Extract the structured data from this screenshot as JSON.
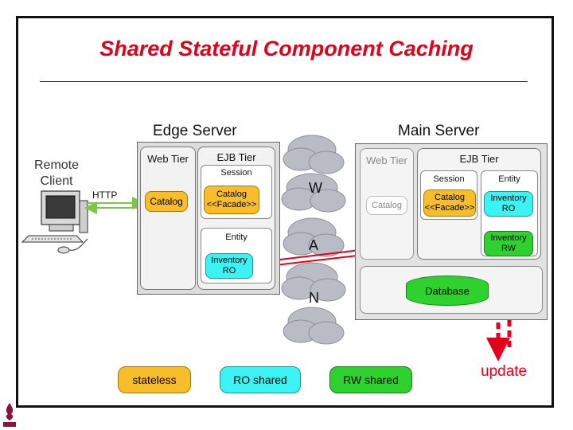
{
  "title": "Shared Stateful Component Caching",
  "edge_server": {
    "label": "Edge Server",
    "web_tier": "Web Tier",
    "ejb_tier": "EJB Tier",
    "session": "Session",
    "entity": "Entity",
    "catalog": "Catalog",
    "catalog_facade": "Catalog <<Facade>>",
    "inventory_ro": "Inventory RO"
  },
  "main_server": {
    "label": "Main Server",
    "web_tier": "Web Tier",
    "ejb_tier": "EJB Tier",
    "session": "Session",
    "entity": "Entity",
    "catalog": "Catalog",
    "catalog_facade": "Catalog <<Facade>>",
    "inventory_ro": "Inventory RO",
    "inventory_rw": "Inventory RW",
    "database": "Database"
  },
  "remote_client": "Remote Client",
  "http": "HTTP",
  "wan_letters": [
    "W",
    "A",
    "N"
  ],
  "legend": {
    "stateless": "stateless",
    "ro_shared": "RO shared",
    "rw_shared": "RW shared"
  },
  "update": "update",
  "colors": {
    "title": "#e3001b",
    "orange": "#f7bd2a",
    "cyan": "#3df2f2",
    "green": "#2ed12e",
    "arrow_red": "#e3001b",
    "arrow_blue": "#1a3fd6",
    "arrow_green": "#7ac943"
  }
}
